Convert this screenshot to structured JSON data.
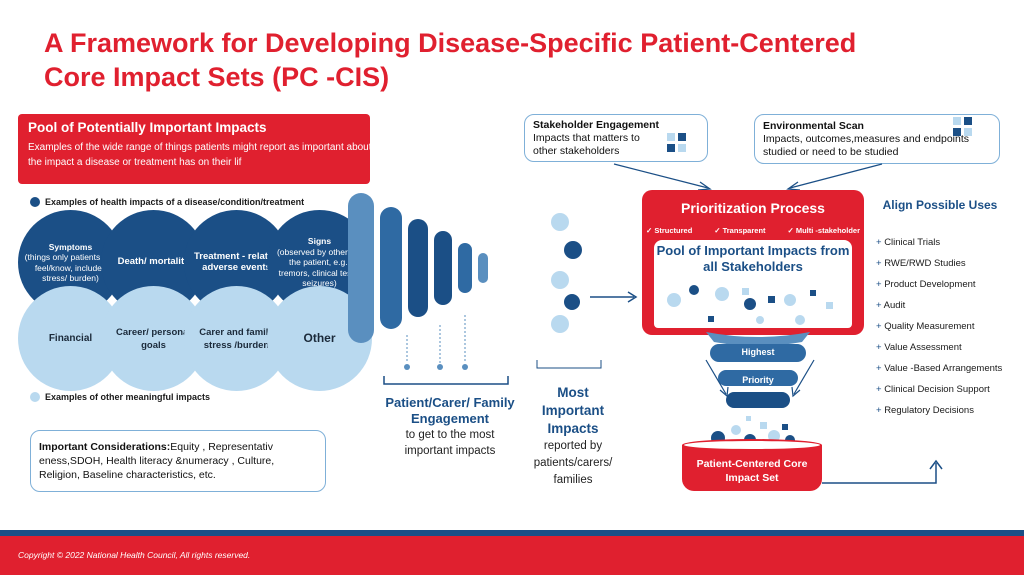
{
  "title_line1": "A Framework for Developing  Disease-Specific Patient-Centered",
  "title_line2": "Core Impact Sets (PC -CIS)",
  "pool": {
    "heading": "Pool of Potentially Important Impacts",
    "desc": "Examples of the wide range of things patients might report as important about the impact a disease or treatment has on their lif"
  },
  "legend_health": "Examples of health impacts of a disease/condition/treatment",
  "legend_other": "Examples of other meaningful impacts",
  "health_impacts": [
    {
      "bold": "Symptoms",
      "text": "(things only patients can feel/know, includes stress/ burden)"
    },
    {
      "bold": "Death/ mortality",
      "text": ""
    },
    {
      "bold": "Treatment - related adverse events",
      "text": ""
    },
    {
      "bold": "Signs",
      "text": "(observed by others or the patient, e.g., tremors, clinical tests, seizures)"
    }
  ],
  "other_impacts": [
    "Financial",
    "Career/ personal goals",
    "Carer and family stress /burden",
    "Other"
  ],
  "considerations": {
    "bold": "Important Considerations:",
    "text": "Equity , Representativ eness,SDOH, Health literacy &numeracy , Culture, Religion, Baseline characteristics, etc."
  },
  "engagement": {
    "bold": "Patient/Carer/ Family Engagement",
    "text": "to get to the most important impacts"
  },
  "most_important": {
    "bold": "Most Important Impacts",
    "text": "reported by patients/carers/ families"
  },
  "stakeholder": {
    "heading": "Stakeholder Engagement",
    "text": "Impacts that matters to other stakeholders"
  },
  "env_scan": {
    "heading": "Environmental Scan",
    "text": "Impacts, outcomes,measures and endpoints studied or need to be studied"
  },
  "prioritization": {
    "heading": "Prioritization Process",
    "checks": [
      "✓ Structured",
      "✓ Transparent",
      "✓ Multi -stakeholder"
    ],
    "pool_label": "Pool of Important Impacts from all Stakeholders"
  },
  "funnel": {
    "highest": "Highest",
    "priority": "Priority"
  },
  "pccis_label": "Patient-Centered Core Impact Set",
  "align": {
    "heading": "Align Possible Uses",
    "items": [
      "Clinical Trials",
      "RWE/RWD Studies",
      "Product Development",
      "Audit",
      "Quality Measurement",
      "Value Assessment",
      "Value -Based Arrangements",
      "Clinical Decision Support",
      "Regulatory Decisions"
    ]
  },
  "copyright": "Copyright © 2022 National Health Council, All rights reserved.",
  "colors": {
    "red": "#e0202f",
    "navy": "#1b4f86",
    "light_blue": "#b9d9ef"
  }
}
